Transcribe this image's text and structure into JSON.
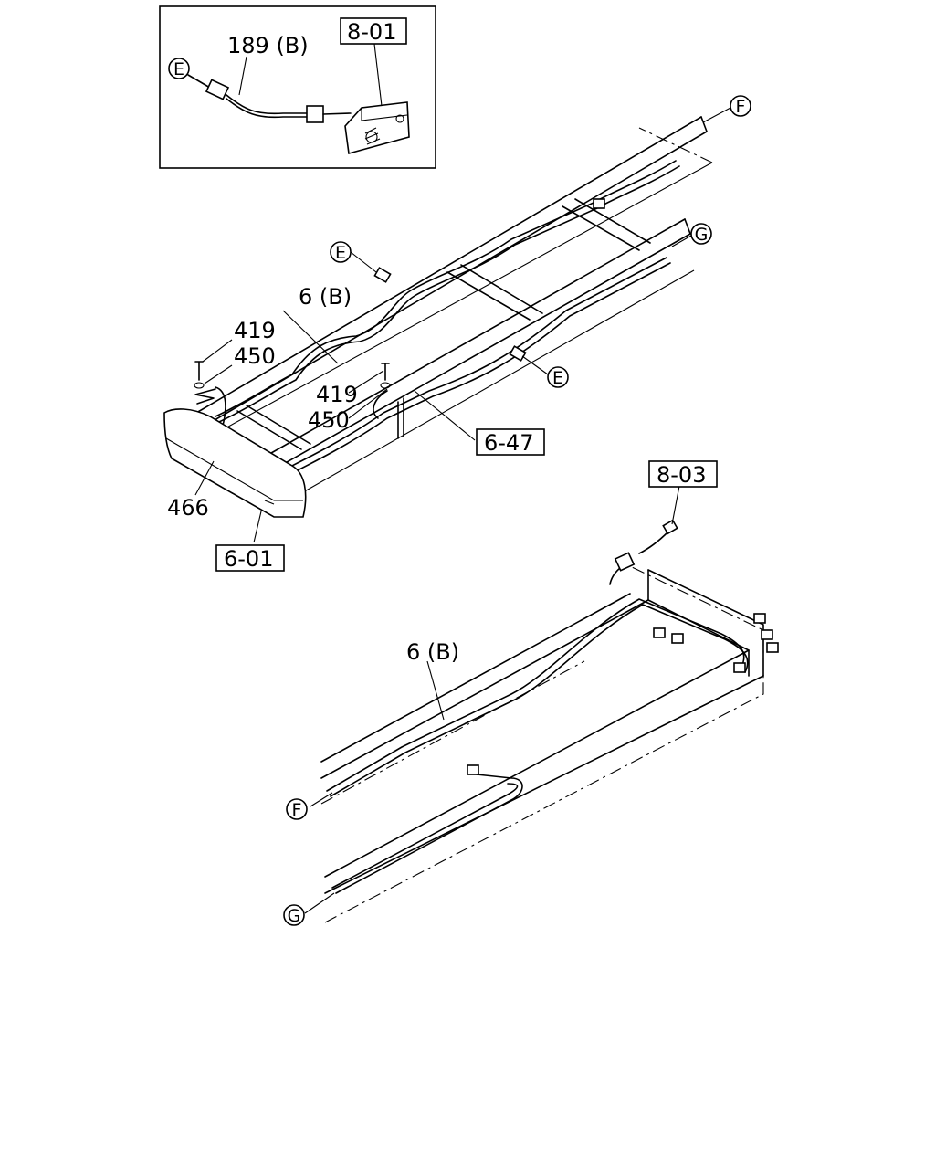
{
  "inset": {
    "part_label": "189 (B)",
    "ref_box": "8-01",
    "callout": "E"
  },
  "frame": {
    "callouts": {
      "E_top": "E",
      "E_right": "E",
      "F": "F",
      "G": "G"
    },
    "labels": {
      "harness": "6 (B)",
      "bolt_left": "419",
      "washer_left": "450",
      "bolt_right": "419",
      "washer_right": "450",
      "bumper_part": "466"
    },
    "ref_boxes": {
      "bumper": "6-01",
      "clip": "6-47"
    }
  },
  "rear": {
    "ref_box": "8-03",
    "harness": "6 (B)",
    "callouts": {
      "F": "F",
      "G": "G"
    }
  }
}
